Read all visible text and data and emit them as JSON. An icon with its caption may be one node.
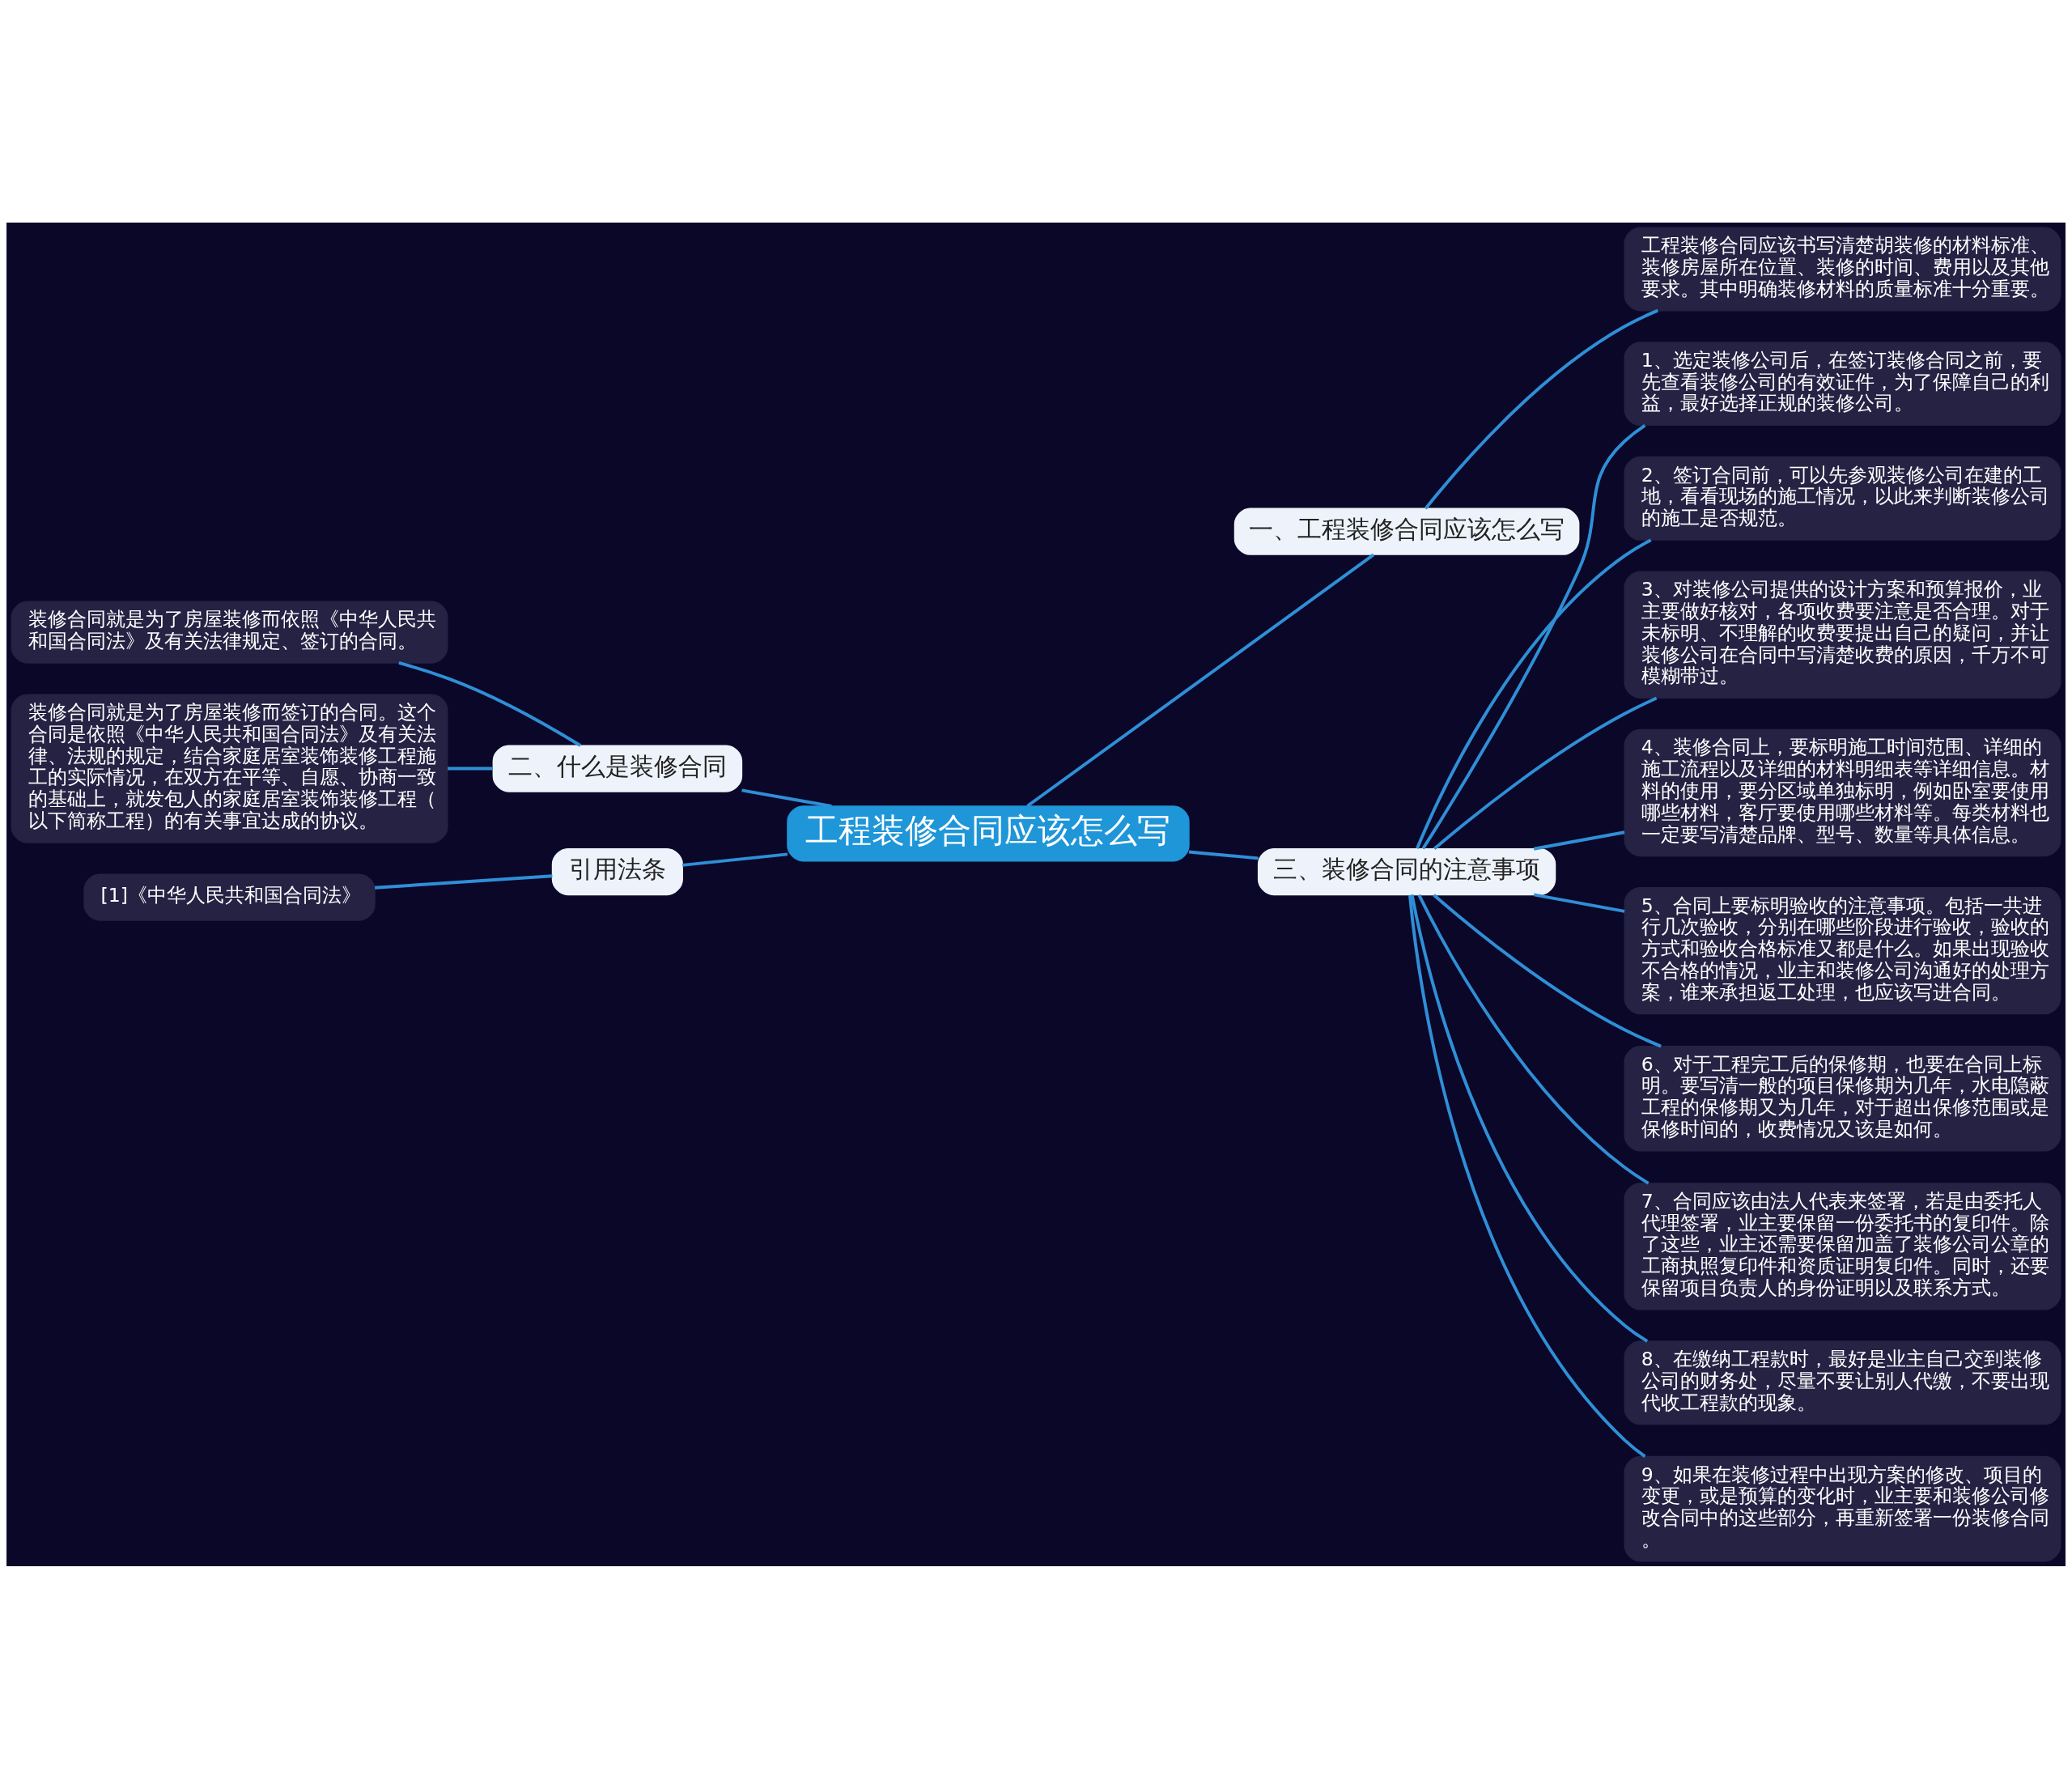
{
  "diagram": {
    "nodes": [
      {
        "text": [
          "工程装修合同应该怎么写"
        ]
      },
      {
        "text": [
          "一、工程装修合同应该怎么写"
        ]
      },
      {
        "text": [
          "工程装修合同应该书写清楚胡装修的材料标准、装修房屋所在位置、装修的时间、费用以及其他要求。其中明确装修材料的质量标准十分重要。"
        ]
      },
      {
        "text": [
          "二、什么是装修合同"
        ]
      },
      {
        "text": [
          "装修合同就是为了房屋装修而依照《中华人民共和国合同法》及有关法律规定、签订的合同。"
        ]
      },
      {
        "text": [
          "装修合同就是为了房屋装修而签订的合同。这个合同是依照《中华人民共和国合同法》及有关法律、法规的规定，结合家庭居室装饰装修工程施工的实际情况，在双方在平等、自愿、协商一致的基础上，就发包人的家庭居室装饰装修工程（以下简称工程）的有关事宜达成的协议。"
        ]
      },
      {
        "text": [
          "引用法条"
        ]
      },
      {
        "text": [
          "[1]《中华人民共和国合同法》"
        ]
      },
      {
        "text": [
          "三、装修合同的注意事项"
        ]
      },
      {
        "text": [
          "1、选定装修公司后，在签订装修合同之前，要先查看装修公司的有效证件，为了保障自己的利益，最好选择正规的装修公司。"
        ]
      },
      {
        "text": [
          "2、签订合同前，可以先参观装修公司在建的工地，看看现场的施工情况，以此来判断装修公司的施工是否规范。"
        ]
      },
      {
        "text": [
          "3、对装修公司提供的设计方案和预算报价，业主要做好核对，各项收费要注意是否合理。对于未标明、不理解的收费要提出自己的疑问，并让装修公司在合同中写清楚收费的原因，千万不可模糊带过。"
        ]
      },
      {
        "text": [
          "4、装修合同上，要标明施工时间范围、详细的施工流程以及详细的材料明细表等详细信息。材料的使用，要分区域单独标明，例如卧室要使用哪些材料，客厅要使用哪些材料等。每类材料也一定要写清楚品牌、型号、数量等具体信息。"
        ]
      },
      {
        "text": [
          "5、合同上要标明验收的注意事项。包括一共进行几次验收，分别在哪些阶段进行验收，验收的方式和验收合格标准又都是什么。如果出现验收不合格的情况，业主和装修公司沟通好的处理方案，谁来承担返工处理，也应该写进合同。"
        ]
      },
      {
        "text": [
          "6、对于工程完工后的保修期，也要在合同上标明。要写清一般的项目保修期为几年，水电隐蔽工程的保修期又为几年，对于超出保修范围或是保修时间的，收费情况又该是如何。"
        ]
      },
      {
        "text": [
          "7、合同应该由法人代表来签署，若是由委托人代理签署，业主要保留一份委托书的复印件。除了这些，业主还需要保留加盖了装修公司公章的工商执照复印件和资质证明复印件。同时，还要保留项目负责人的身份证明以及联系方式。"
        ]
      },
      {
        "text": [
          "8、在缴纳工程款时，最好是业主自己交到装修公司的财务处，尽量不要让别人代缴，不要出现代收工程款的现象。"
        ]
      },
      {
        "text": [
          "9、如果在装修过程中出现方案的修改、项目的变更，或是预算的变化时，业主要和装修公司修改合同中的这些部分，再重新签署一份装修合同。"
        ]
      }
    ],
    "edges": [
      {
        "from": 0,
        "to": 1,
        "arrow": "none"
      },
      {
        "from": 1,
        "to": 2,
        "arrow": "none"
      },
      {
        "from": 0,
        "to": 3,
        "arrow": "none"
      },
      {
        "from": 3,
        "to": 4,
        "arrow": "none"
      },
      {
        "from": 3,
        "to": 5,
        "arrow": "none"
      },
      {
        "from": 0,
        "to": 6,
        "arrow": "none"
      },
      {
        "from": 6,
        "to": 7,
        "arrow": "none"
      },
      {
        "from": 0,
        "to": 8,
        "arrow": "none"
      },
      {
        "from": 8,
        "to": 9,
        "arrow": "none"
      },
      {
        "from": 8,
        "to": 10,
        "arrow": "none"
      },
      {
        "from": 8,
        "to": 11,
        "arrow": "none"
      },
      {
        "from": 8,
        "to": 12,
        "arrow": "none"
      },
      {
        "from": 8,
        "to": 13,
        "arrow": "none"
      },
      {
        "from": 8,
        "to": 14,
        "arrow": "none"
      },
      {
        "from": 8,
        "to": 15,
        "arrow": "none"
      },
      {
        "from": 8,
        "to": 16,
        "arrow": "none"
      },
      {
        "from": 8,
        "to": 17,
        "arrow": "none"
      }
    ]
  }
}
